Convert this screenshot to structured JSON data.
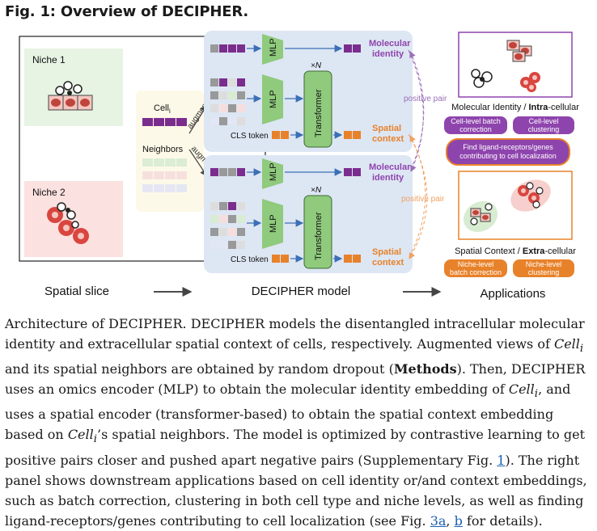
{
  "figure": {
    "title": "Fig. 1: Overview of DECIPHER.",
    "left_panel": {
      "niche1": "Niche 1",
      "niche2": "Niche 2",
      "caption": "Spatial slice"
    },
    "inputs": {
      "cell": "Cell",
      "cell_sub": "i",
      "neighbors": "Neighbors",
      "augment": "augment"
    },
    "model": {
      "mlp": "MLP",
      "transformer": "Transformer",
      "times_n": "×N",
      "cls_token": "CLS token",
      "molecular_identity": [
        "Molecular",
        "identity"
      ],
      "spatial_context": [
        "Spatial",
        "context"
      ],
      "positive_pair": "positive pair",
      "caption": "DECIPHER model"
    },
    "applications": {
      "intra_prefix": "Molecular Identity / ",
      "intra_bold": "Intra",
      "intra_suffix": "-cellular",
      "extra_prefix": "Spatial Context / ",
      "extra_bold": "Extra",
      "extra_suffix": "-cellular",
      "cell_batch": [
        "Cell-level batch",
        "correction"
      ],
      "cell_cluster": [
        "Cell-level",
        "clustering"
      ],
      "ligand": [
        "Find ligand-receptors/genes",
        "contributing to cell localization"
      ],
      "niche_batch": [
        "Niche-level",
        "batch correction"
      ],
      "niche_cluster": [
        "Niche-level",
        "clustering"
      ],
      "caption": "Applications"
    },
    "colors": {
      "purple": "#7b2d8e",
      "purple_light": "#8e44ad",
      "orange": "#e8822a",
      "green": "#8fca7d",
      "model_bg": "#dde6f3",
      "niche1_bg": "#e7f3e3",
      "niche2_bg": "#fbe1df"
    }
  },
  "caption": {
    "p1": "Architecture of DECIPHER. DECIPHER models the disentangled intracellular molecular identity and extracellular spatial context of cells, respectively. Augmented views of ",
    "cell": "Cell",
    "sub": "i",
    "p2": " and its spatial neighbors are obtained by random dropout (",
    "methods": "Methods",
    "p3": "). Then, DECIPHER uses an omics encoder (MLP) to obtain the molecular identity embedding of ",
    "p4": ", and uses a spatial encoder (transformer-based) to obtain the spatial context embedding based on ",
    "p5": "’s spatial neighbors. The model is optimized by contrastive learning to get positive pairs closer and pushed apart negative pairs (Supplementary Fig. ",
    "link1": "1",
    "p6": "). The right panel shows downstream applications based on cell identity or/and context embeddings, such as batch correction, clustering in both cell type and niche levels, as well as finding ligand-receptors/genes contributing to cell localization (see Fig. ",
    "link2": "3a",
    "p7": ", ",
    "link3": "b",
    "p8": " for details)."
  }
}
